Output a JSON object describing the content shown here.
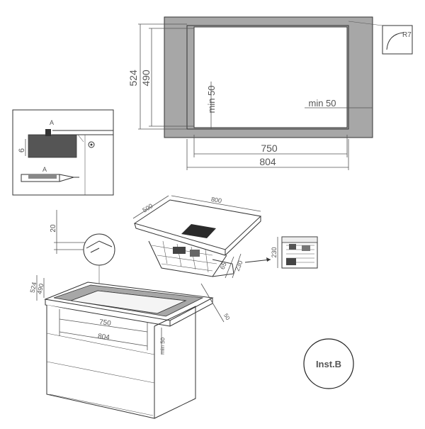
{
  "top_view": {
    "dim_height_outer": "524",
    "dim_height_inner": "490",
    "dim_min_left": "min 50",
    "dim_min_right": "min 50",
    "dim_width_inner": "750",
    "dim_width_outer": "804",
    "corner_radius": "R7"
  },
  "detail": {
    "label_a_top": "A",
    "label_a_bottom": "A",
    "dim_thickness": "6"
  },
  "hob_view": {
    "dim_depth": "500",
    "dim_width": "800",
    "dim_side_1": "65",
    "dim_side_2": "230",
    "dim_side_3": "230"
  },
  "worktop_view": {
    "dim_gap": "20",
    "dim_524": "524",
    "dim_490": "490",
    "dim_750": "750",
    "dim_804": "804",
    "dim_min50_a": "min 50",
    "dim_min50_b": "50"
  },
  "badge": {
    "label": "Inst.B"
  },
  "colors": {
    "frame_fill": "#a7a7a7",
    "line": "#333333",
    "dim_text": "#555555"
  }
}
